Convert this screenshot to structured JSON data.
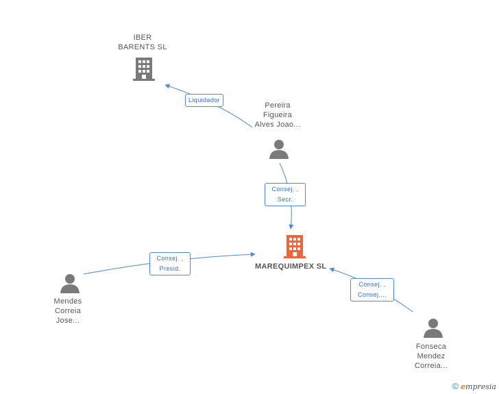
{
  "nodes": {
    "iber": {
      "line1": "IBER",
      "line2": "BARENTS SL"
    },
    "pereira": {
      "line1": "Pereira",
      "line2": "Figueira",
      "line3": "Alves Joao..."
    },
    "main": {
      "name": "MAREQUIMPEX SL"
    },
    "mendes": {
      "line1": "Mendes",
      "line2": "Correia",
      "line3": "Jose..."
    },
    "fonseca": {
      "line1": "Fonseca",
      "line2": "Mendez",
      "line3": "Correia..."
    }
  },
  "edges": {
    "liquidador": {
      "line1": "Liquidador"
    },
    "pereira_main": {
      "line1": "Consej. ,",
      "line2": "Secr."
    },
    "mendes_main": {
      "line1": "Consej. ,",
      "line2": "Presid."
    },
    "fonseca_main": {
      "line1": "Consej. ,",
      "line2": "Consej...."
    }
  },
  "footer": {
    "copyright": "©",
    "brand_e": "e",
    "brand_rest": "mpresia"
  },
  "colors": {
    "edge": "#4a8ad6",
    "company_main": "#f0643c",
    "company": "#7a7a7a",
    "person": "#7a7a7a"
  }
}
